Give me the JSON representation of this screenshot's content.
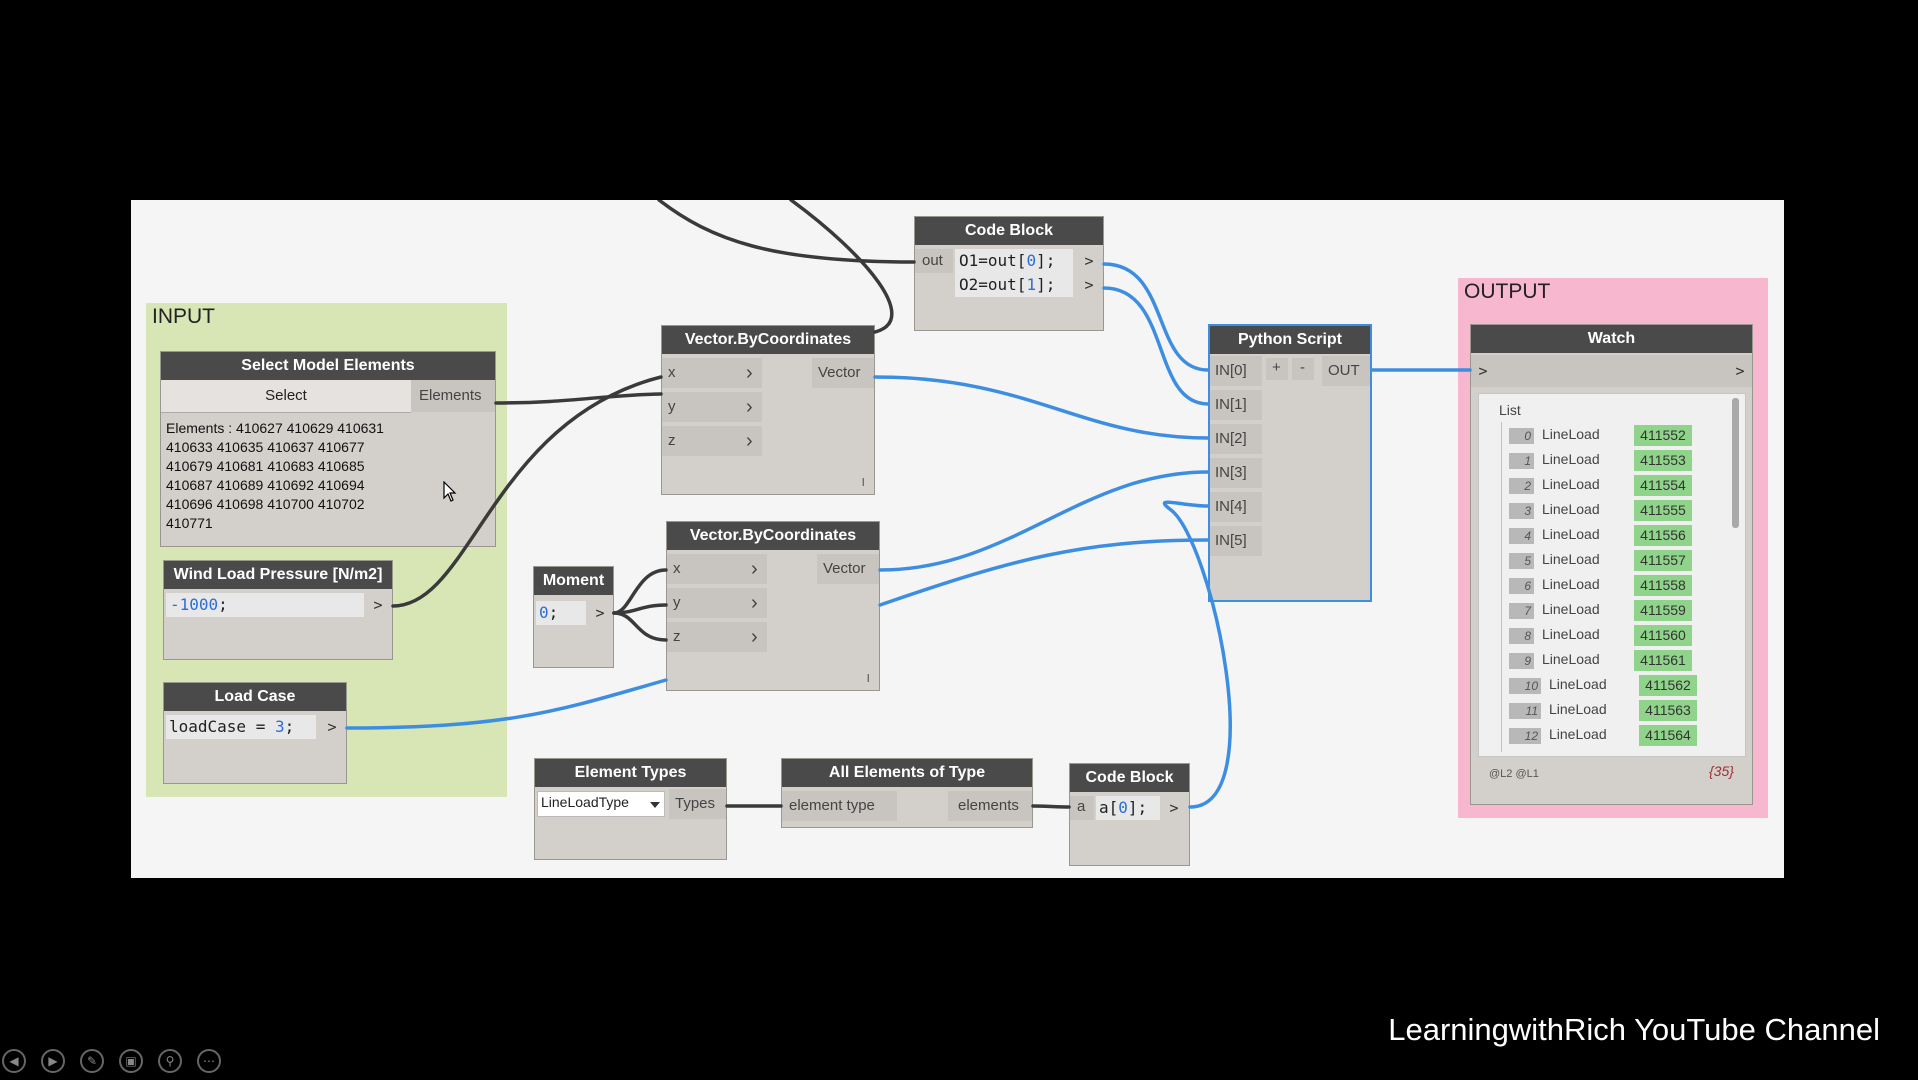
{
  "groups": {
    "input": "INPUT",
    "output": "OUTPUT"
  },
  "select_model": {
    "title": "Select Model Elements",
    "button": "Select",
    "out_port": "Elements",
    "out_arrow": "",
    "elements_lines": [
      "Elements : 410627 410629 410631",
      "410633 410635 410637 410677",
      "410679 410681 410683 410685",
      "410687 410689 410692 410694",
      "410696 410698 410700 410702",
      "410771"
    ]
  },
  "wind_load": {
    "title": "Wind Load Pressure [N/m2]",
    "value": "-1000",
    "suffix": ";",
    "arrow": ">"
  },
  "load_case": {
    "title": "Load Case",
    "prefix": "loadCase = ",
    "value": "3",
    "suffix": ";",
    "arrow": ">"
  },
  "code_block_top": {
    "title": "Code Block",
    "in_port": "out",
    "line1_a": "O1=out[",
    "line1_n": "0",
    "line1_b": "];",
    "line2_a": "O2=out[",
    "line2_n": "1",
    "line2_b": "];",
    "arrow": ">"
  },
  "vector1": {
    "title": "Vector.ByCoordinates",
    "inputs": [
      "x",
      "y",
      "z"
    ],
    "arrow": "›",
    "output": "Vector",
    "corner": "l"
  },
  "vector2": {
    "title": "Vector.ByCoordinates",
    "inputs": [
      "x",
      "y",
      "z"
    ],
    "arrow": "›",
    "output": "Vector",
    "corner": "l"
  },
  "moment": {
    "title": "Moment",
    "value": "0",
    "suffix": ";",
    "arrow": ">"
  },
  "python": {
    "title": "Python Script",
    "inputs": [
      "IN[0]",
      "IN[1]",
      "IN[2]",
      "IN[3]",
      "IN[4]",
      "IN[5]"
    ],
    "plus": "+",
    "minus": "-",
    "output": "OUT"
  },
  "watch": {
    "title": "Watch",
    "in_arrow": ">",
    "out_arrow": ">",
    "list_label": "List",
    "items": [
      {
        "index": "0",
        "type": "LineLoad",
        "value": "411552"
      },
      {
        "index": "1",
        "type": "LineLoad",
        "value": "411553"
      },
      {
        "index": "2",
        "type": "LineLoad",
        "value": "411554"
      },
      {
        "index": "3",
        "type": "LineLoad",
        "value": "411555"
      },
      {
        "index": "4",
        "type": "LineLoad",
        "value": "411556"
      },
      {
        "index": "5",
        "type": "LineLoad",
        "value": "411557"
      },
      {
        "index": "6",
        "type": "LineLoad",
        "value": "411558"
      },
      {
        "index": "7",
        "type": "LineLoad",
        "value": "411559"
      },
      {
        "index": "8",
        "type": "LineLoad",
        "value": "411560"
      },
      {
        "index": "9",
        "type": "LineLoad",
        "value": "411561"
      },
      {
        "index": "10",
        "type": "LineLoad",
        "value": "411562"
      },
      {
        "index": "11",
        "type": "LineLoad",
        "value": "411563"
      },
      {
        "index": "12",
        "type": "LineLoad",
        "value": "411564"
      }
    ],
    "levels": "@L2 @L1",
    "count": "{35}"
  },
  "element_types": {
    "title": "Element Types",
    "selected": "LineLoadType",
    "output": "Types"
  },
  "all_elements": {
    "title": "All Elements of Type",
    "input": "element type",
    "output": "elements"
  },
  "code_block_bottom": {
    "title": "Code Block",
    "in_port": "a",
    "code_a": "a[",
    "code_n": "0",
    "code_b": "];",
    "arrow": ">"
  },
  "watermark": "LearningwithRich YouTube Channel",
  "colors": {
    "wire_dark": "#3a3a3a",
    "wire_blue": "#3d8ee0",
    "input_group": "#d8e6b5",
    "output_group": "#f6b7cf",
    "node_header": "#4a4a4a",
    "node_body": "#d3cfcb",
    "watch_value": "#8fd48a"
  }
}
